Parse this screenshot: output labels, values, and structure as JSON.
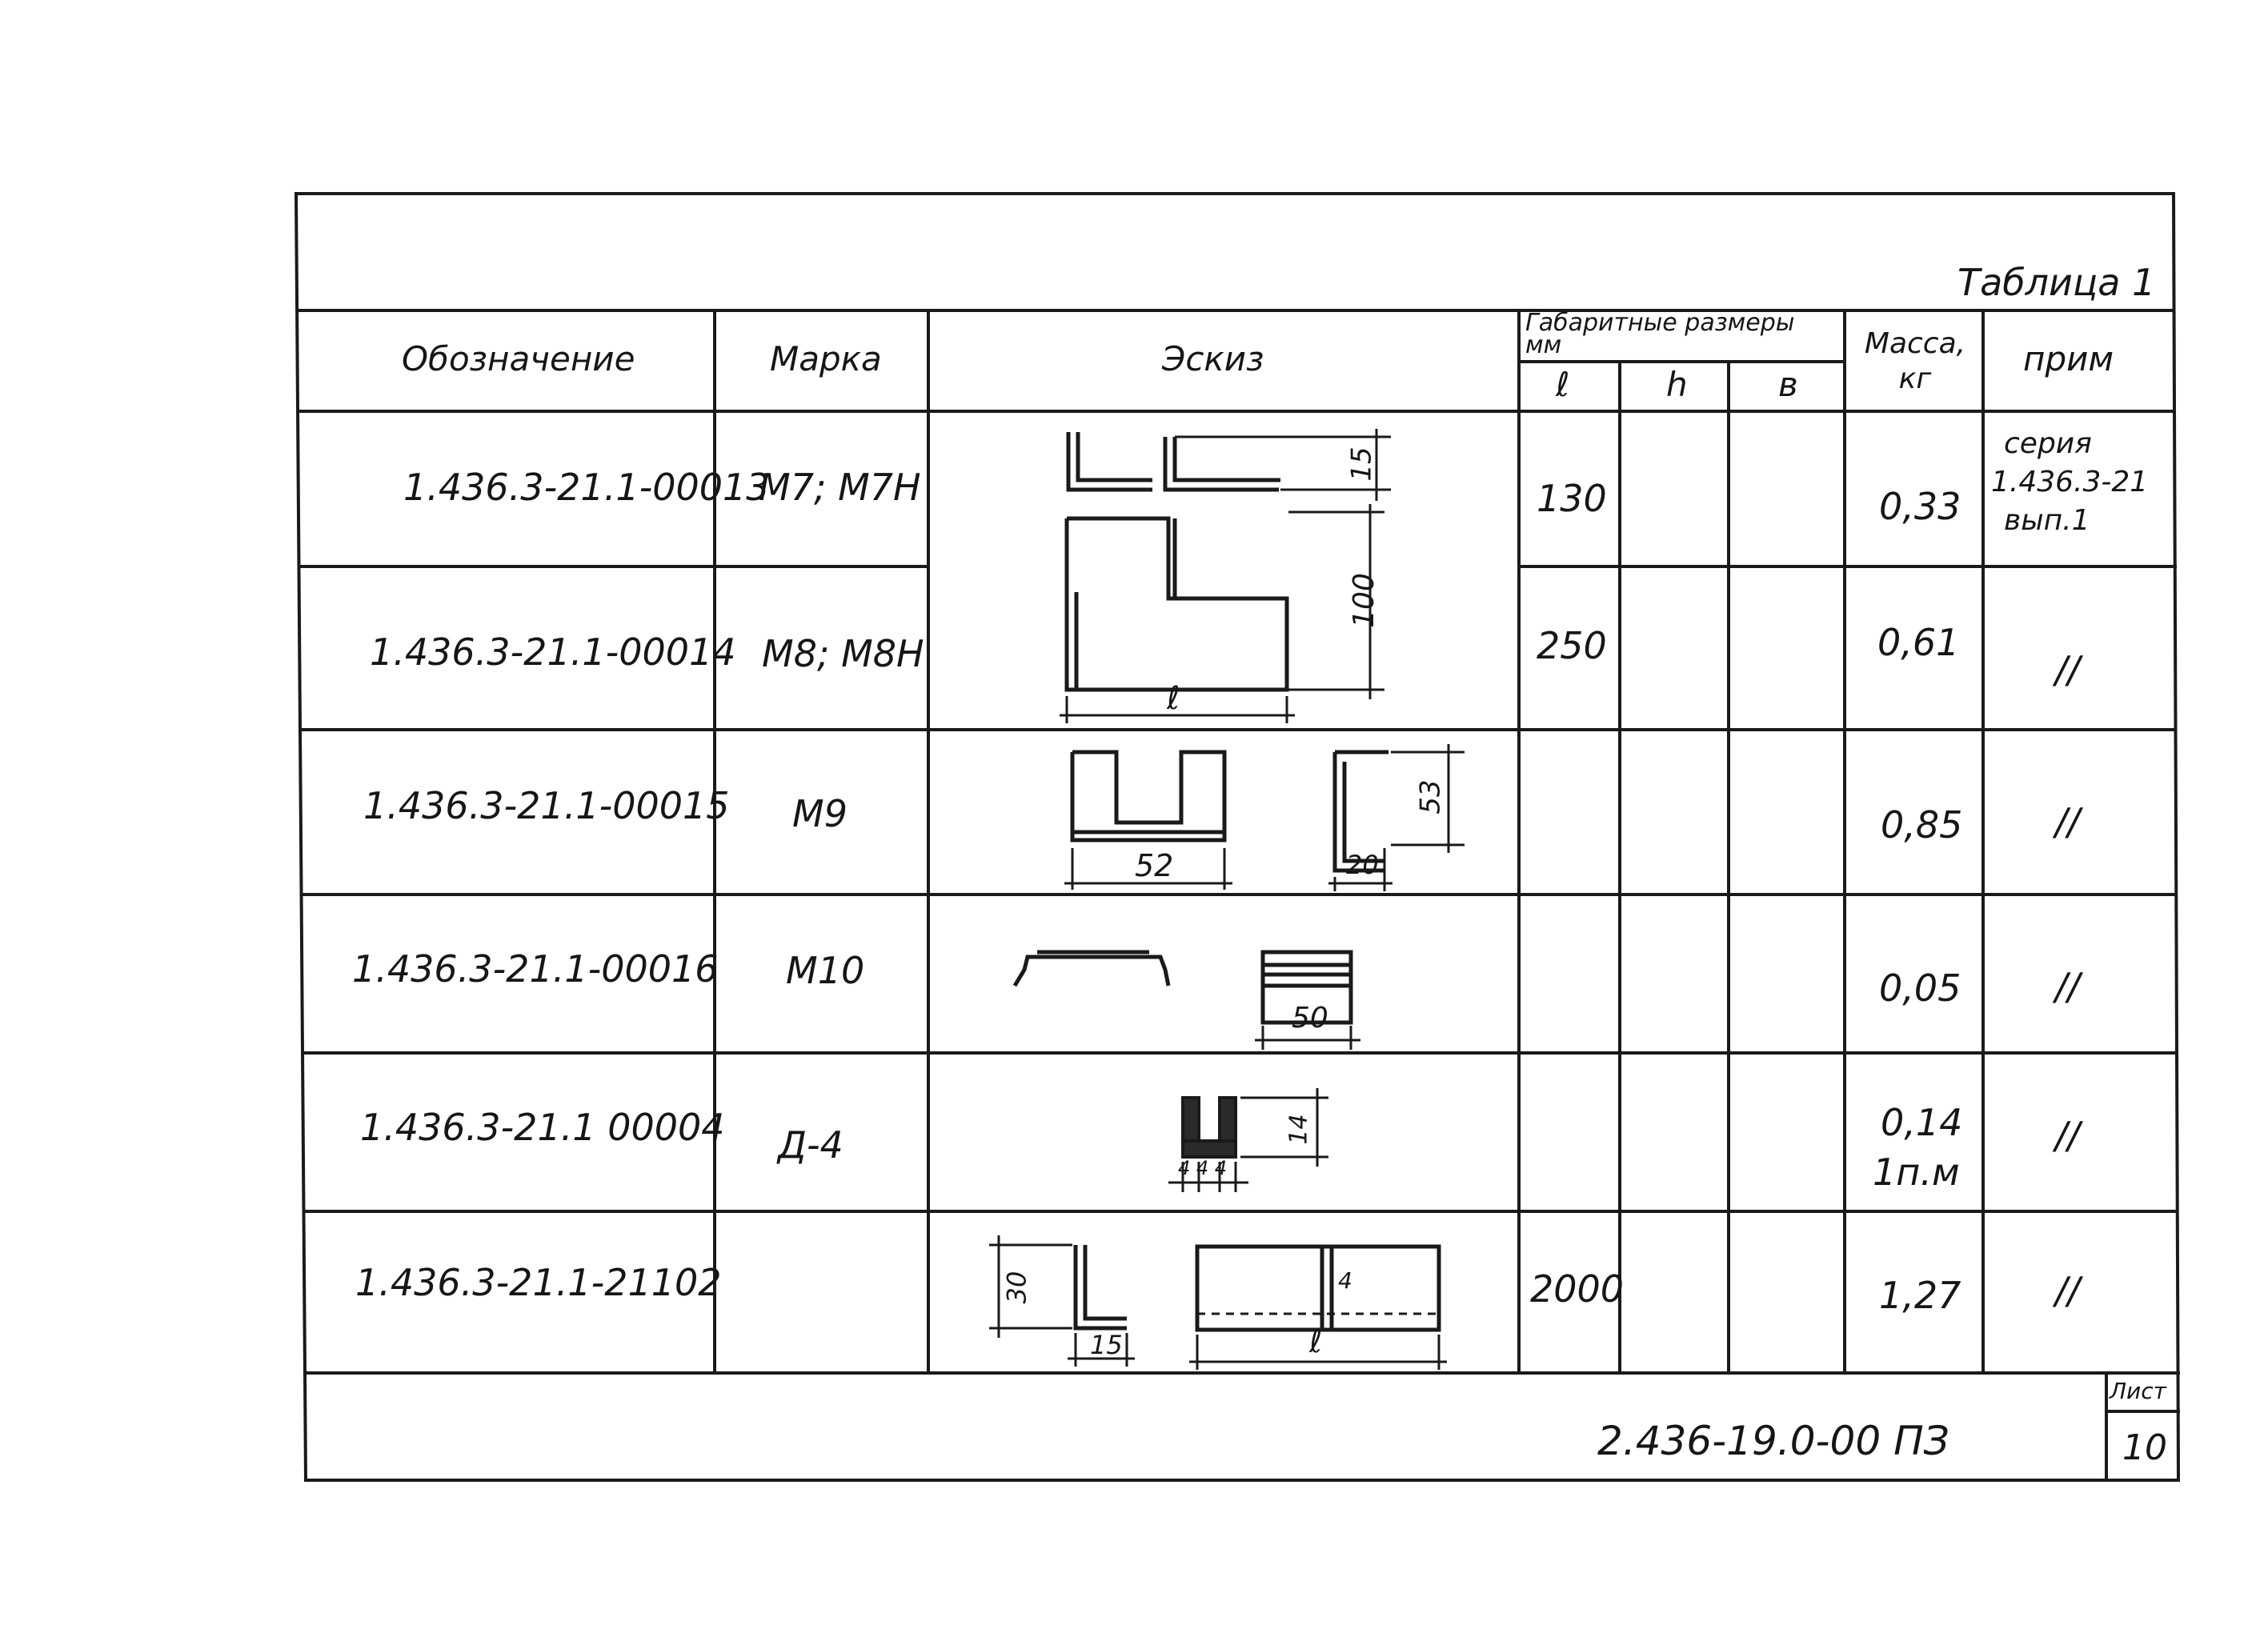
{
  "table_caption": "Таблица 1",
  "headers": {
    "designation": "Обозначение",
    "mark": "Марка",
    "sketch": "Эскиз",
    "dims_group": "Габаритные размеры мм",
    "dim_l": "ℓ",
    "dim_h": "h",
    "dim_b": "в",
    "mass": "Масса, кг",
    "note": "прим"
  },
  "rows": [
    {
      "designation": "1.436.3-21.1-00013",
      "mark": "М7; М7Н",
      "l": "130",
      "h": "",
      "b": "",
      "mass": "0,33",
      "note": "серия 1.436.3-21 вып.1",
      "note_lines": [
        "серия",
        "1.436.3-21",
        "вып.1"
      ]
    },
    {
      "designation": "1.436.3-21.1-00014",
      "mark": "М8; М8Н",
      "l": "250",
      "h": "",
      "b": "",
      "mass": "0,61",
      "note": "//"
    },
    {
      "designation": "1.436.3-21.1-00015",
      "mark": "М9",
      "l": "",
      "h": "",
      "b": "",
      "mass": "0,85",
      "note": "//"
    },
    {
      "designation": "1.436.3-21.1-00016",
      "mark": "М10",
      "l": "",
      "h": "",
      "b": "",
      "mass": "0,05",
      "note": "//"
    },
    {
      "designation": "1.436.3-21.1 00004",
      "mark": "Д-4",
      "l": "",
      "h": "",
      "b": "",
      "mass": "0,14",
      "mass_unit": "1п.м",
      "note": "//"
    },
    {
      "designation": "1.436.3-21.1-21102",
      "mark": "",
      "l": "2000",
      "h": "",
      "b": "",
      "mass": "1,27",
      "note": "//"
    }
  ],
  "sketch_dims": {
    "m7_height": "15",
    "m8_height": "100",
    "m7m8_length": "ℓ",
    "m9_width": "52",
    "m9_height": "53",
    "m9_flange": "20",
    "m10_width": "50",
    "d4_height": "14",
    "d4_widths": "4 4 4",
    "a21102_height": "30",
    "a21102_flange": "15",
    "a21102_length": "ℓ",
    "a21102_thk": "4"
  },
  "footer": {
    "doc_code": "2.436-19.0-00 ПЗ",
    "sheet_label": "Лист",
    "sheet_number": "10"
  }
}
